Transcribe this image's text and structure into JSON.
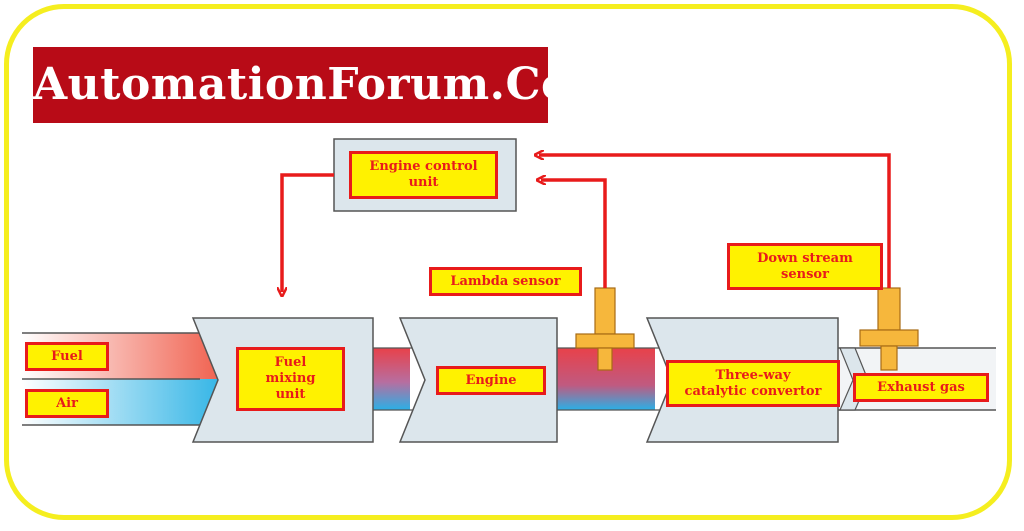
{
  "brand": {
    "title": "AutomationForum.Co"
  },
  "labels": {
    "ecu": "Engine control\nunit",
    "lambda_sensor": "Lambda sensor",
    "downstream_sensor": "Down stream\nsensor",
    "fuel": "Fuel",
    "air": "Air",
    "fuel_mixing_unit": "Fuel\nmixing\nunit",
    "engine": "Engine",
    "catalytic_convertor": "Three-way\ncatalytic convertor",
    "exhaust_gas": "Exhaust gas"
  },
  "colors": {
    "frame": "#f5ee1f",
    "brand_bg": "#b80b17",
    "label_bg": "#fff200",
    "label_text": "#e81b1b",
    "signal_line": "#e81b1b",
    "block_fill": "#dce6ec",
    "fuel_flow": "#f06050",
    "air_flow": "#35b6e6",
    "sensor": "#f6b73c"
  }
}
